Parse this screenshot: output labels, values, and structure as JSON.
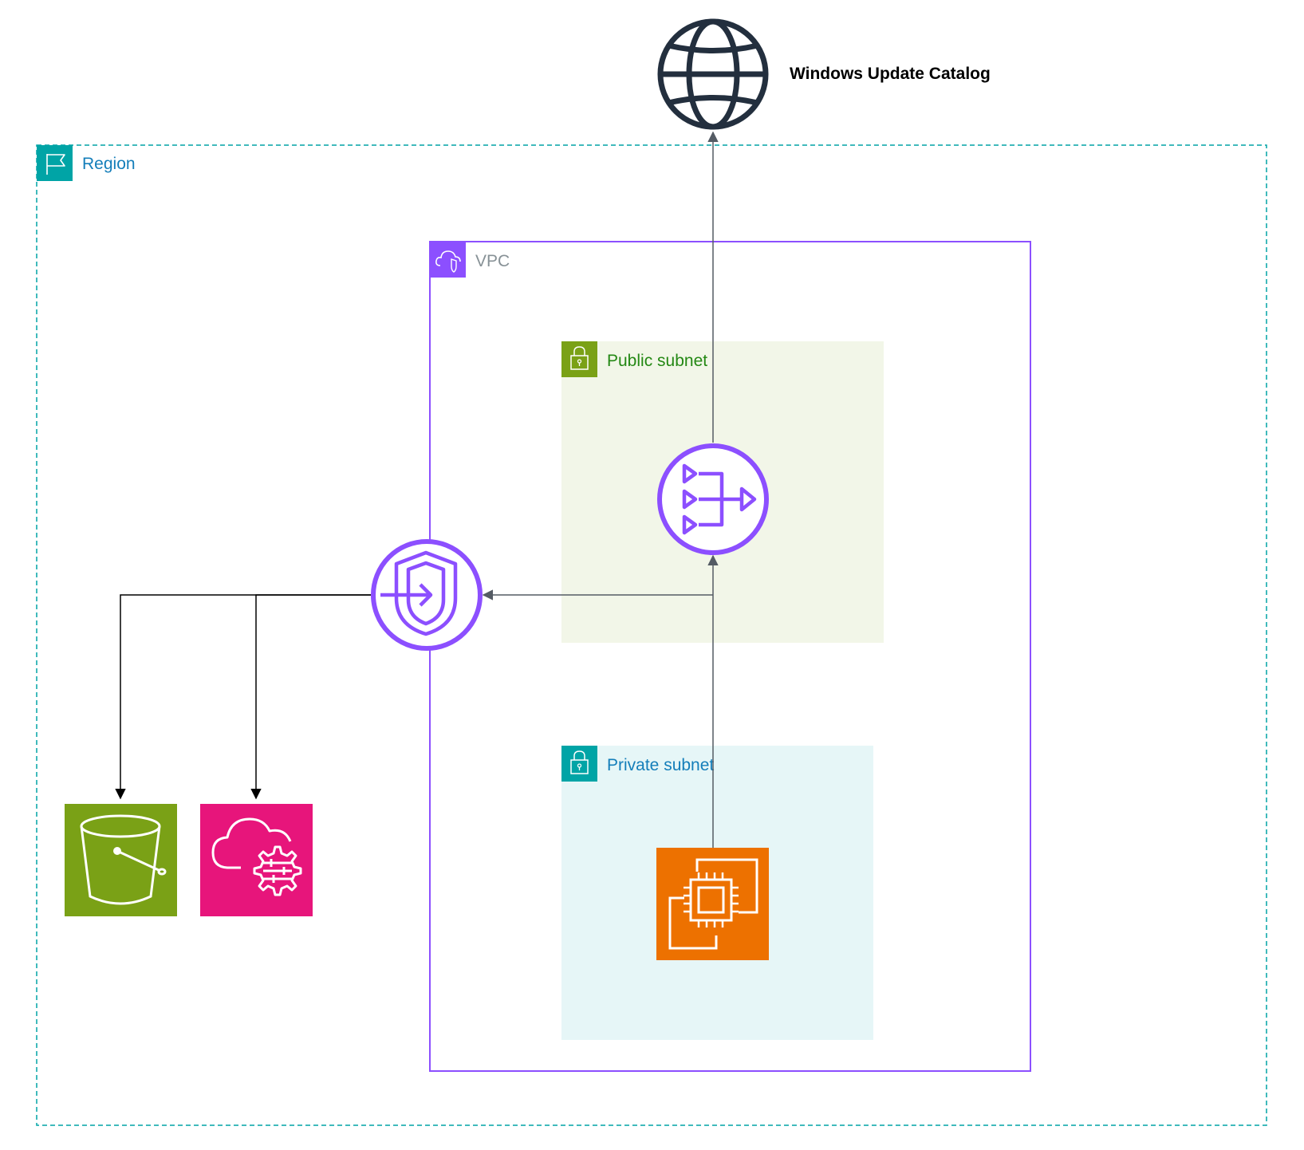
{
  "external": {
    "title": "Windows Update Catalog",
    "icon": "globe-icon"
  },
  "region": {
    "label": "Region",
    "icon": "region-flag-icon",
    "color": "#00A4A6"
  },
  "vpc": {
    "label": "VPC",
    "icon": "vpc-cloud-icon",
    "color": "#8C4FFF",
    "label_color": "#879196"
  },
  "public_subnet": {
    "label": "Public subnet",
    "icon": "lock-icon",
    "color": "#7AA116",
    "label_color": "#248814",
    "fill": "#F2F6E8"
  },
  "private_subnet": {
    "label": "Private subnet",
    "icon": "lock-icon",
    "color": "#00A4A6",
    "label_color": "#147EBA",
    "fill": "#E6F6F7"
  },
  "nodes": {
    "nat_gateway": {
      "icon": "nat-gateway-icon",
      "color": "#8C4FFF"
    },
    "vpc_endpoint": {
      "icon": "vpc-endpoint-icon",
      "color": "#8C4FFF"
    },
    "ec2_instance": {
      "icon": "ec2-instance-icon",
      "color": "#ED7100"
    },
    "s3_bucket": {
      "icon": "s3-bucket-icon",
      "color": "#7AA116"
    },
    "systems_manager": {
      "icon": "systems-manager-icon",
      "color": "#E7157B"
    }
  }
}
